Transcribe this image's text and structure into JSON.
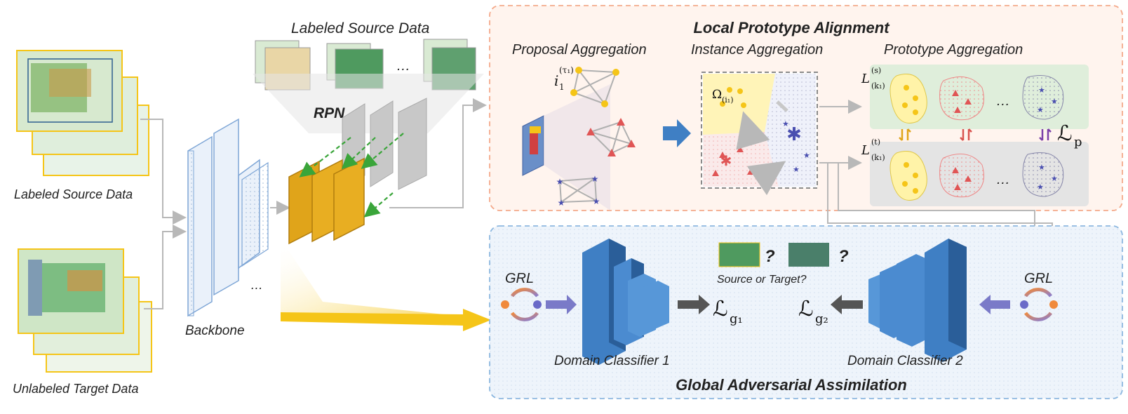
{
  "labels": {
    "labeled_source_top": "Labeled Source Data",
    "labeled_source_left": "Labeled Source Data",
    "unlabeled_target": "Unlabeled Target Data",
    "backbone": "Backbone",
    "rpn": "RPN",
    "ellipsis": "…",
    "local_title": "Local Prototype Alignment",
    "proposal_aggregation": "Proposal Aggregation",
    "instance_aggregation": "Instance Aggregation",
    "prototype_aggregation": "Prototype Aggregation",
    "global_title": "Global Adversarial Assimilation",
    "grl_left": "GRL",
    "grl_right": "GRL",
    "domain_classifier_1": "Domain Classifier 1",
    "domain_classifier_2": "Domain Classifier 2",
    "source_or_target": "Source or Target?",
    "question": "?"
  },
  "math": {
    "i_base": "i",
    "i_sub": "1",
    "i_sup": "(τ₁)",
    "omega_base": "Ω",
    "omega_sub": "(i₁)",
    "L_base": "L",
    "L_s_sup": "(s)",
    "L_t_sup": "(t)",
    "L_sub": "(k₁)",
    "Lp_base": "ℒ",
    "Lp_sub": "p",
    "Lg_base": "ℒ",
    "Lg1_sub": "g₁",
    "Lg2_sub": "g₂"
  },
  "colors": {
    "yellow": "#f5c518",
    "orange_box": "#f4a98a",
    "blue_box": "#8db8e0",
    "classifier_blue": "#3f7fc4",
    "rpn_gold": "#e0a41a",
    "arrow_gray": "#b8b8b8",
    "dashed_green": "#3aa53a"
  }
}
